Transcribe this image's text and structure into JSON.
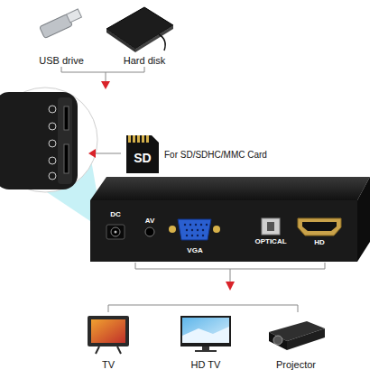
{
  "diagram": {
    "labels": [
      "USB drive",
      "Hard disk",
      "SD",
      "For SD/SDHC/MMC Card",
      "DC",
      "AV",
      "VGA",
      "OPTICAL",
      "HD",
      "TV",
      "HD TV",
      "Projector"
    ]
  }
}
